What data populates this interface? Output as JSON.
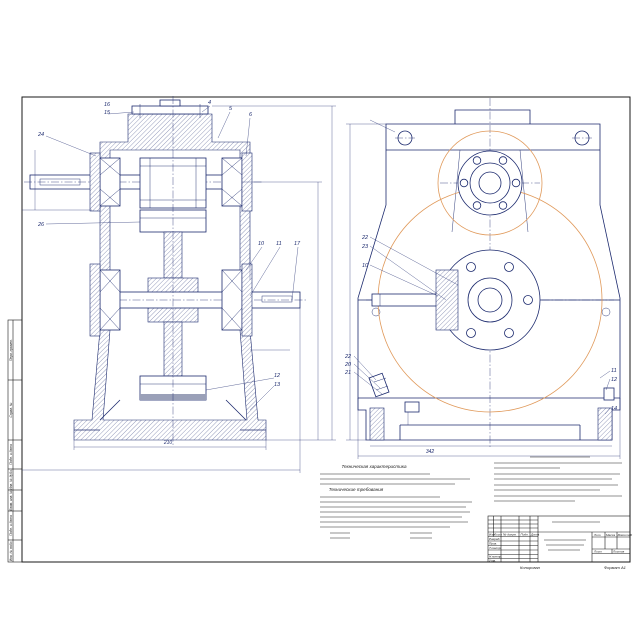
{
  "sheet": {
    "copied_label": "Копировал",
    "format_label": "Формат А1"
  },
  "side_stamp": {
    "first_use": "Перв. примен.",
    "reference_no": "Справ. №",
    "sign_date_1": "Подп. и дата",
    "dup_inv_no": "Инв. № дубл.",
    "replaced_inv_no": "Взам. инв. №",
    "sign_date_2": "Подп. и дата",
    "orig_inv_no": "Инв. № подл."
  },
  "notes": {
    "characteristics_heading": "Техническая характеристика",
    "requirements_heading": "Технические требования"
  },
  "title_block": {
    "change": "Изм.",
    "sheet": "Лист",
    "doc_no": "№ докум.",
    "signature": "Подп.",
    "date": "Дата",
    "developed": "Разраб.",
    "checked": "Пров.",
    "tech_control": "Т.контр.",
    "norm_control": "Н.контр.",
    "approved": "Утв.",
    "letter": "Лит.",
    "mass": "Масса",
    "scale": "Масштаб",
    "sheet_no": "Лист",
    "sheets": "Листов"
  },
  "callouts": {
    "left": [
      "16",
      "15",
      "4",
      "5",
      "6",
      "24",
      "26",
      "10",
      "11",
      "17",
      "12",
      "13"
    ],
    "right": [
      "22",
      "23",
      "10",
      "22",
      "20",
      "21",
      "11",
      "12",
      "14"
    ]
  },
  "dimensions": {
    "left_base": "210",
    "right_base": "342"
  },
  "colors": {
    "line": "#1c2a6e",
    "pitch_circle": "#e0995a"
  }
}
